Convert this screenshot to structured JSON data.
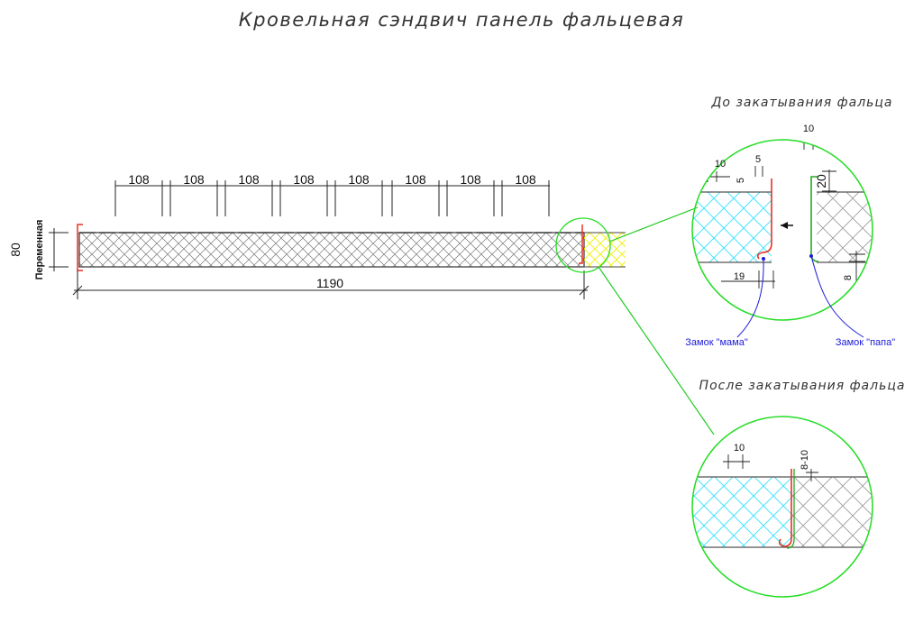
{
  "title": "Кровельная сэндвич панель фальцевая",
  "captions": {
    "before": "До закатывания фальца",
    "after": "После закатывания фальца"
  },
  "main_dimensions": {
    "module": "108",
    "module_count": 8,
    "total_width": "1190",
    "height": "80",
    "height_note": "Переменная"
  },
  "detail_before": {
    "dims": [
      "10",
      "5",
      "5",
      "10",
      "20",
      "19",
      "8"
    ],
    "lock_female": "Замок \"мама\"",
    "lock_male": "Замок \"папа\""
  },
  "detail_after": {
    "dims": [
      "10",
      "8-10"
    ]
  },
  "colors": {
    "circle": "#22dd22",
    "leader": "#22cc22",
    "lock_label": "#1a1ad8",
    "insulation_highlight": "#33e0ff",
    "yellow_highlight": "#f0f000",
    "edge_profile": "#e83020"
  }
}
